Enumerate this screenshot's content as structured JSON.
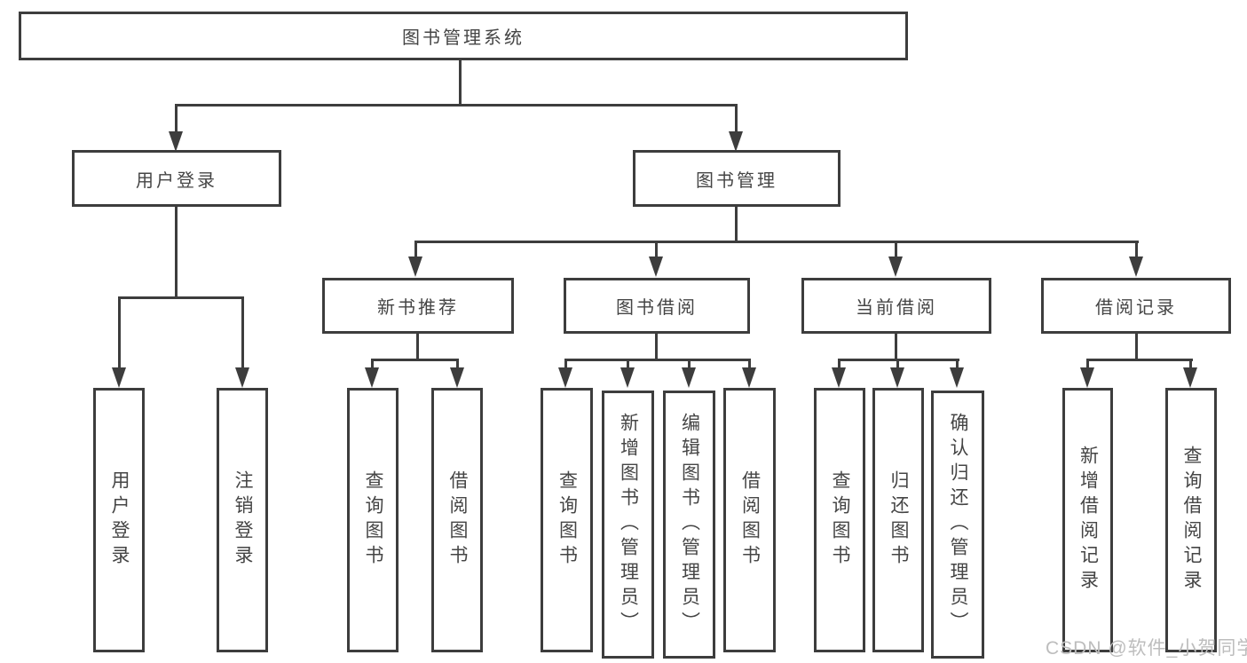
{
  "colors": {
    "line": "#3d3d3d",
    "box_border": "#3d3d3d",
    "text": "#454545",
    "watermark_text": "#bdbdbd",
    "background": "#ffffff"
  },
  "root": {
    "label": "图书管理系统"
  },
  "branches": [
    {
      "label": "用户登录",
      "children": [
        "用户登录",
        "注销登录"
      ]
    },
    {
      "label": "图书管理",
      "sections": [
        {
          "label": "新书推荐",
          "children": [
            "查询图书",
            "借阅图书"
          ]
        },
        {
          "label": "图书借阅",
          "children": [
            "查询图书",
            "新增图书（管理员）",
            "编辑图书（管理员）",
            "借阅图书"
          ]
        },
        {
          "label": "当前借阅",
          "children": [
            "查询图书",
            "归还图书",
            "确认归还（管理员）"
          ]
        },
        {
          "label": "借阅记录",
          "children": [
            "新增借阅记录",
            "查询借阅记录"
          ]
        }
      ]
    }
  ],
  "watermark": "CSDN @软件_小贺同学"
}
